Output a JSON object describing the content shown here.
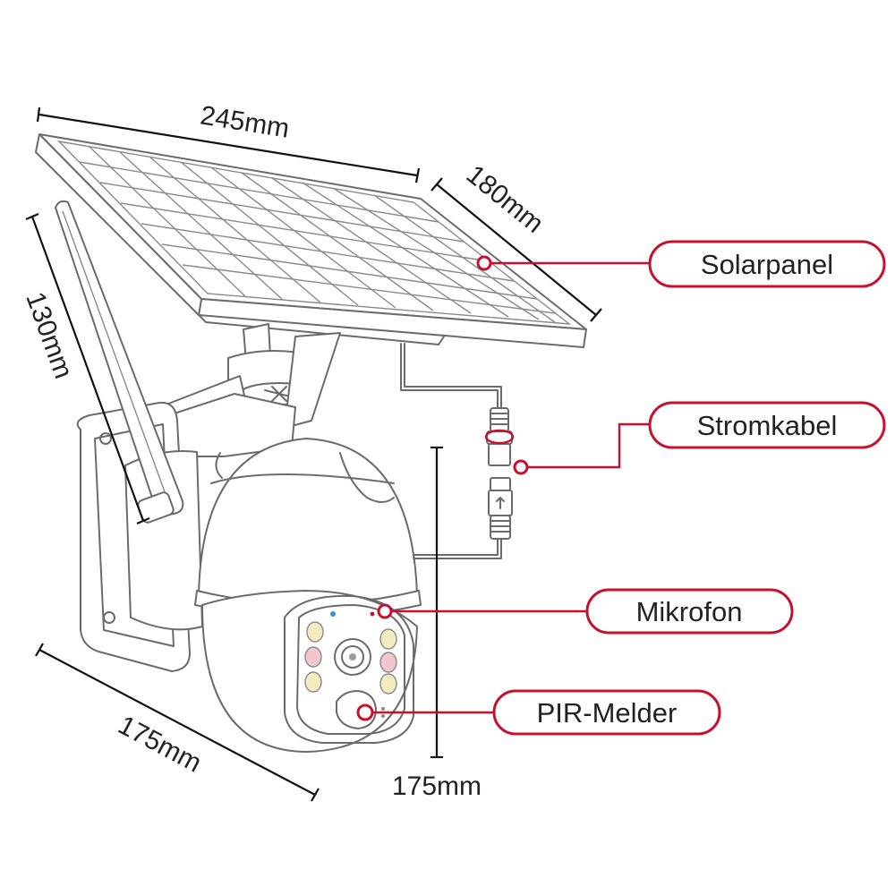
{
  "dimensions": {
    "panel_width": "245mm",
    "panel_depth": "180mm",
    "antenna_length": "130mm",
    "camera_depth": "175mm",
    "camera_height": "175mm"
  },
  "callouts": {
    "solar_panel": "Solarpanel",
    "power_cable": "Stromkabel",
    "microphone": "Mikrofon",
    "pir_sensor": "PIR-Melder"
  },
  "colors": {
    "accent": "#c8102e",
    "outline": "#6b6b6b",
    "text": "#222222",
    "led_warm": "#f3ecc0",
    "led_pink": "#f2c6cf",
    "status_blue": "#3a8fd8"
  }
}
